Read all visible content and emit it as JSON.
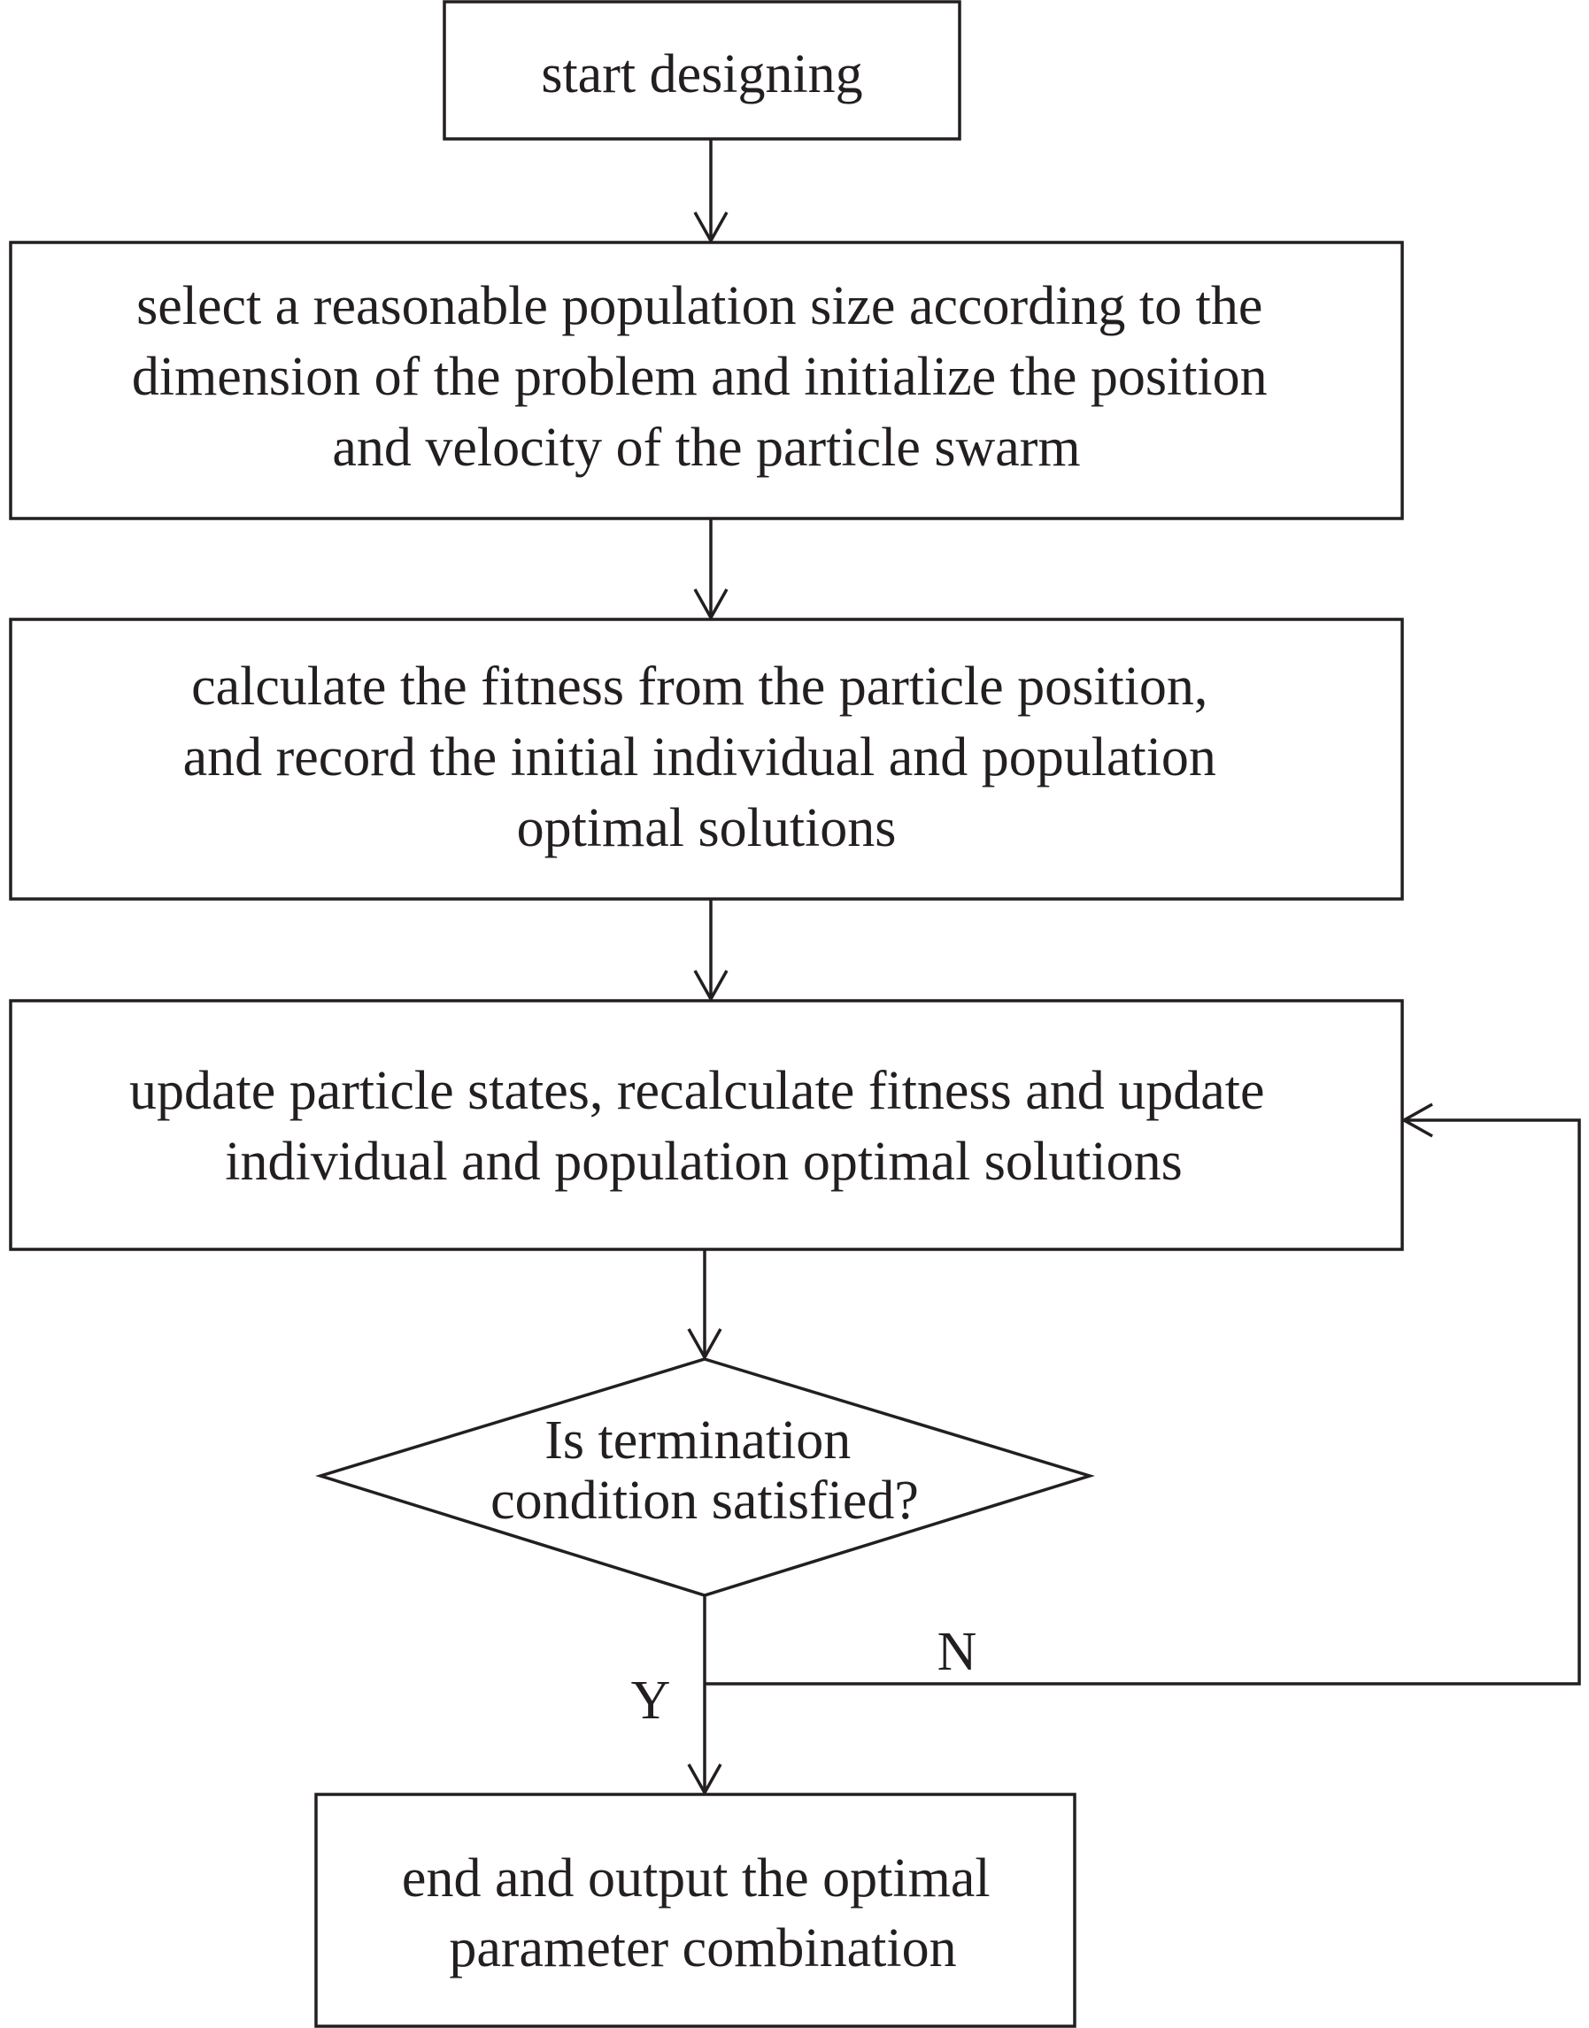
{
  "diagram": {
    "type": "flowchart",
    "nodes": {
      "start": {
        "shape": "rect",
        "lines": [
          "start designing"
        ]
      },
      "init": {
        "shape": "rect",
        "lines": [
          "select a reasonable population size according to the",
          "dimension of the problem and initialize the position",
          "and velocity of the particle swarm"
        ]
      },
      "fitness": {
        "shape": "rect",
        "lines": [
          "calculate the fitness from the particle position,",
          "and record the initial individual and population",
          "optimal solutions"
        ]
      },
      "update": {
        "shape": "rect",
        "lines": [
          "update particle states, recalculate fitness and update",
          "individual and population optimal solutions"
        ]
      },
      "decision": {
        "shape": "diamond",
        "lines": [
          "Is termination",
          "condition satisfied?"
        ]
      },
      "end": {
        "shape": "rect",
        "lines": [
          "end and output the optimal",
          "parameter combination"
        ]
      }
    },
    "edges": [
      {
        "from": "start",
        "to": "init",
        "label": ""
      },
      {
        "from": "init",
        "to": "fitness",
        "label": ""
      },
      {
        "from": "fitness",
        "to": "update",
        "label": ""
      },
      {
        "from": "update",
        "to": "decision",
        "label": ""
      },
      {
        "from": "decision",
        "to": "end",
        "label": "Y"
      },
      {
        "from": "decision",
        "to": "update",
        "label": "N"
      }
    ],
    "colors": {
      "stroke": "#231f20",
      "background": "#ffffff"
    }
  }
}
